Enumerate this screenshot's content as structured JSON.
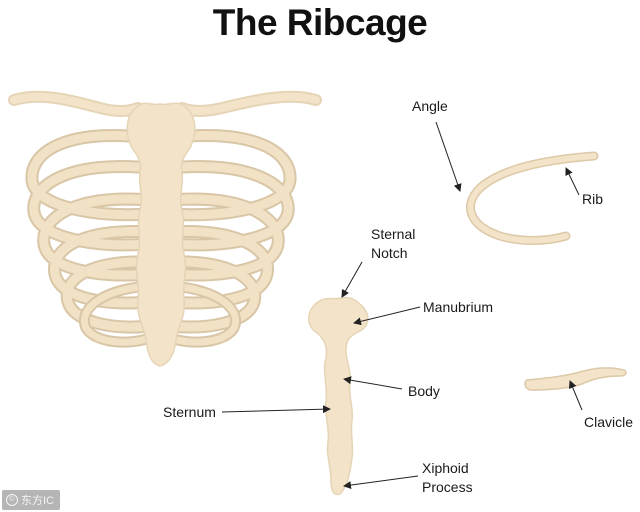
{
  "title": "The Ribcage",
  "labels": {
    "angle": "Angle",
    "rib": "Rib",
    "sternal_notch_line1": "Sternal",
    "sternal_notch_line2": "Notch",
    "manubrium": "Manubrium",
    "body": "Body",
    "sternum": "Sternum",
    "clavicle": "Clavicle",
    "xiphoid_line1": "Xiphoid",
    "xiphoid_line2": "Process"
  },
  "watermark": {
    "icon": "copyright-icon",
    "text": "东方IC"
  },
  "colors": {
    "bone_fill": "#f3e3c8",
    "bone_stroke": "#d8c3a2",
    "rib_back": "#e4d3b6",
    "arrow": "#222222",
    "text": "#1a1a1a"
  }
}
